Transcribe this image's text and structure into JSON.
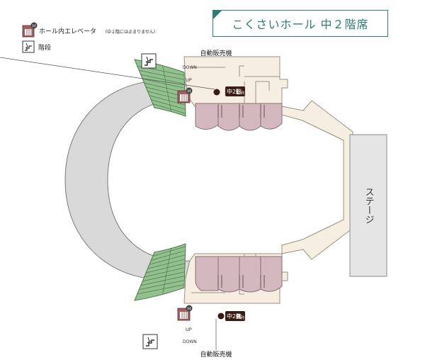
{
  "title": "こくさいホール 中２階席",
  "legend": {
    "elevator_label": "ホール内エレベータ",
    "elevator_note": "（中２階には止まりません）",
    "stairs_label": "階段"
  },
  "labels": {
    "vending_top": "自動販売機",
    "vending_bottom": "自動販売機",
    "stage": "ステージ",
    "seat_l_main": "中2階",
    "seat_l_small": "L",
    "seat_l_row": "列",
    "seat_r_main": "中2階",
    "seat_r_small": "R",
    "seat_r_row": "列",
    "down_top": "DOWN",
    "up_top": "UP",
    "up_bottom": "UP",
    "down_bottom": "DOWN",
    "elev_mark": "H"
  },
  "colors": {
    "corridor": "#f6efe1",
    "arc": "#d9d9d9",
    "stairs": "#93c08f",
    "boxes": "#d4b8bf",
    "stage": "#e5e5e5",
    "title": "#2e7d74",
    "elevator": "#a06060"
  }
}
